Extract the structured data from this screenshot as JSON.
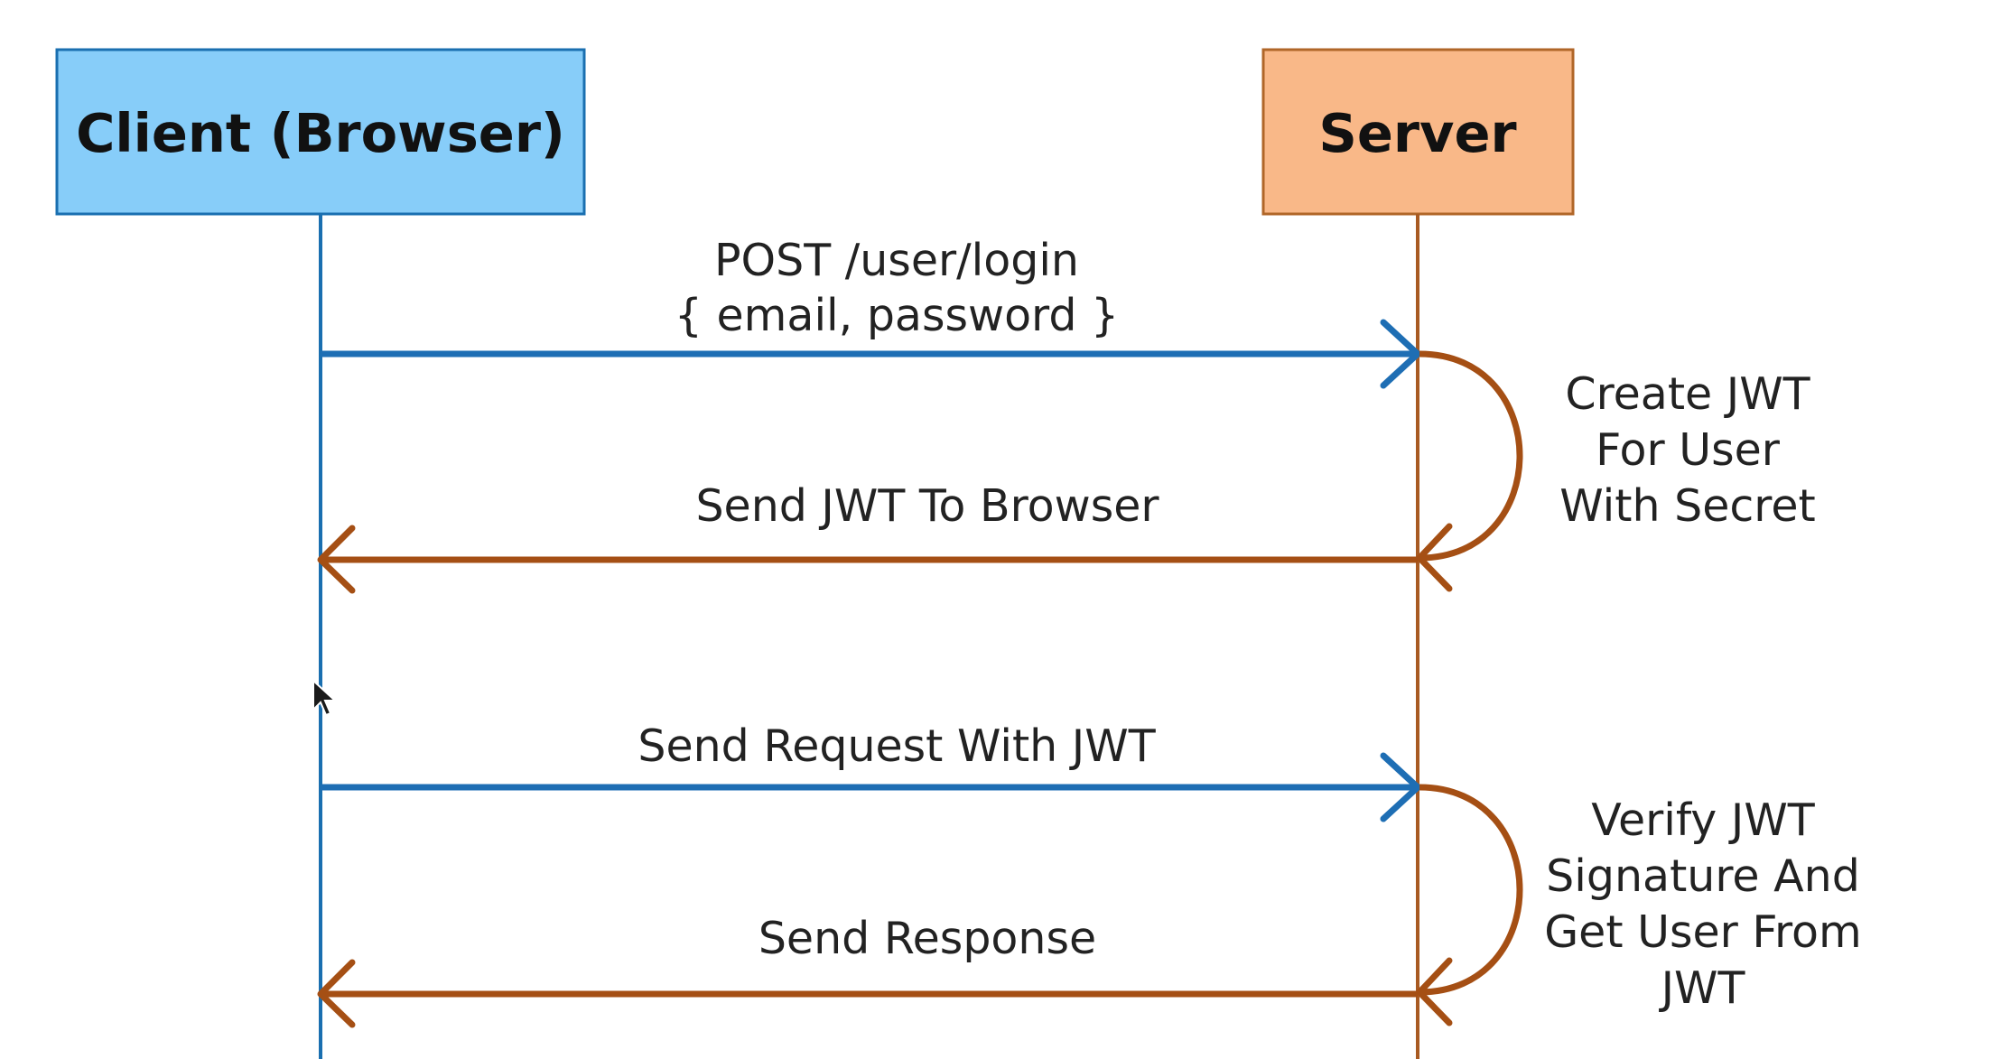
{
  "actors": {
    "client": {
      "label": "Client (Browser)",
      "fill": "#87cdf9",
      "line_color": "#1a6fb0"
    },
    "server": {
      "label": "Server",
      "fill": "#f9b888",
      "line_color": "#a85a22"
    }
  },
  "messages": [
    {
      "label_lines": [
        "POST  /user/login",
        "{ email, password }"
      ],
      "from": "client",
      "to": "server",
      "color": "#1e6eb4"
    },
    {
      "label_lines": [
        "Send JWT To Browser"
      ],
      "from": "server",
      "to": "client",
      "color": "#a54f14"
    },
    {
      "label_lines": [
        "Send Request With JWT"
      ],
      "from": "client",
      "to": "server",
      "color": "#1e6eb4"
    },
    {
      "label_lines": [
        "Send Response"
      ],
      "from": "server",
      "to": "client",
      "color": "#a54f14"
    }
  ],
  "notes": [
    {
      "lines": [
        "Create JWT",
        "For User",
        "With Secret"
      ]
    },
    {
      "lines": [
        "Verify JWT",
        "Signature And",
        "Get User From",
        "JWT"
      ]
    }
  ],
  "colors": {
    "request_arrow": "#1e6eb4",
    "response_arrow": "#a54f14",
    "box_border_client": "#1a6fb0",
    "box_border_server": "#b06628"
  }
}
